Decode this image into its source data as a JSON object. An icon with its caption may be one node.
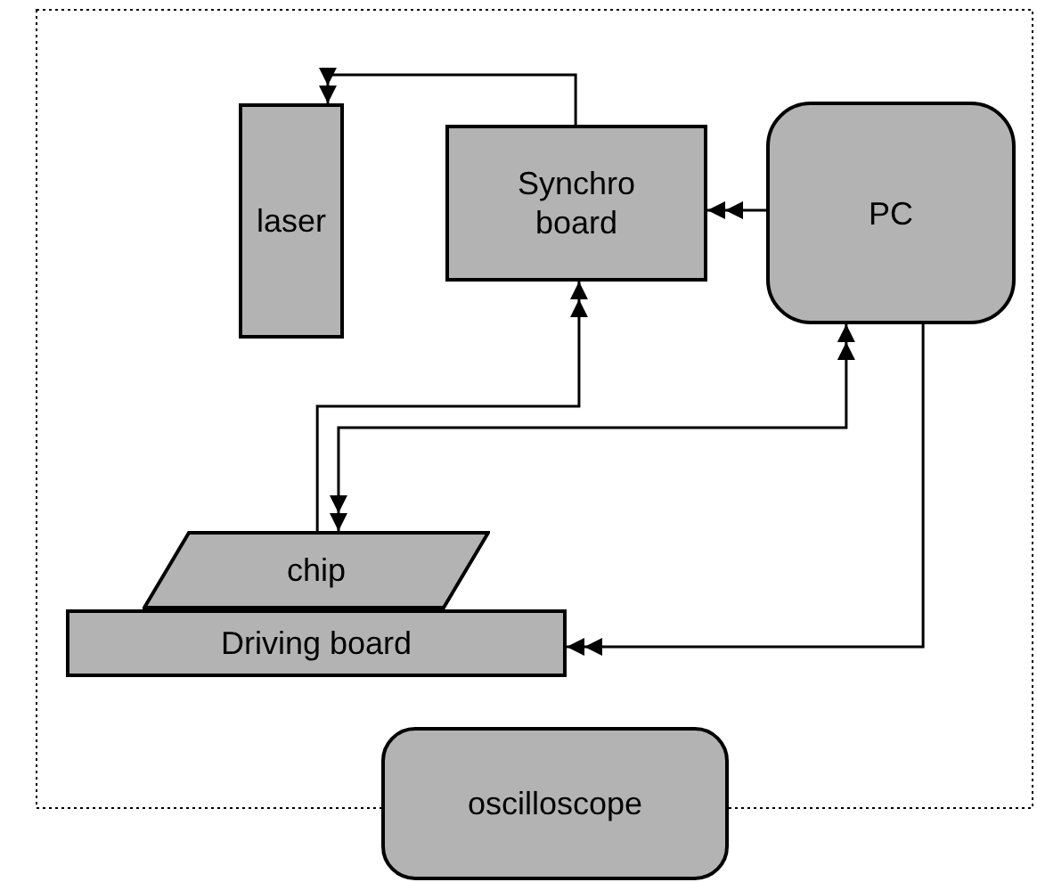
{
  "diagram": {
    "nodes": [
      {
        "text": [
          "laser"
        ]
      },
      {
        "text": [
          "Synchro board"
        ]
      },
      {
        "text": [
          "PC"
        ]
      },
      {
        "text": [
          "chip"
        ]
      },
      {
        "text": [
          "Driving board"
        ]
      },
      {
        "text": [
          "oscilloscope"
        ]
      }
    ],
    "edges": [
      {
        "from": 1,
        "to": 0,
        "arrow": "to"
      },
      {
        "from": 2,
        "to": 1,
        "arrow": "to"
      },
      {
        "from": 3,
        "to": 1,
        "arrow": "to"
      },
      {
        "from": 3,
        "to": 2,
        "arrow": "both"
      },
      {
        "from": 2,
        "to": 4,
        "arrow": "to"
      }
    ]
  }
}
